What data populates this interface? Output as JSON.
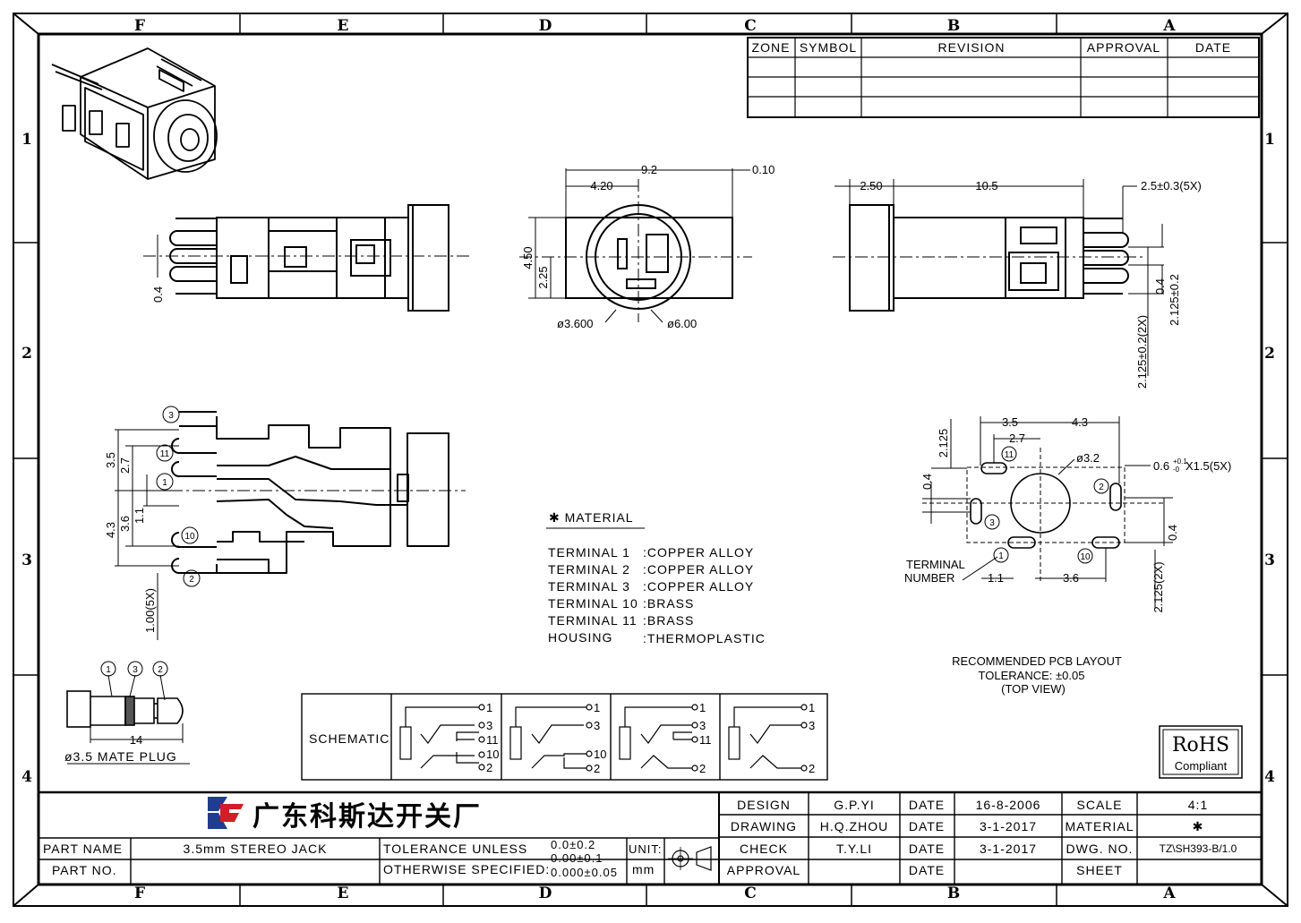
{
  "zones_columns": [
    "F",
    "E",
    "D",
    "C",
    "B",
    "A"
  ],
  "zones_rows": [
    "1",
    "2",
    "3",
    "4"
  ],
  "revision_table": {
    "headers": [
      "ZONE",
      "SYMBOL",
      "REVISION",
      "APPROVAL",
      "DATE"
    ]
  },
  "dimensions": {
    "front_total": "9.2",
    "front_half": "4.20",
    "front_offset": "0.10",
    "front_height": "4.50",
    "front_center": "2.25",
    "front_inner_dia": "ø3.600",
    "front_outer_dia": "ø6.00",
    "side_left_pin": "0.4",
    "right_head": "2.50",
    "right_body": "10.5",
    "right_pin": "2.5±0.3(5X)",
    "right_pin_width": "0.4",
    "right_pin_center": "2.125±0.2",
    "right_pin_center_2x": "2.125±0.2(2X)",
    "sec_a": "3.5",
    "sec_b": "2.7",
    "sec_c": "1.1",
    "sec_d": "3.6",
    "sec_e": "4.3",
    "sec_pin": "1.00(5X)",
    "pcb_35": "3.5",
    "pcb_43": "4.3",
    "pcb_27": "2.7",
    "pcb_2125": "2.125",
    "pcb_04": "0.4",
    "pcb_dia": "ø3.2",
    "pcb_slot": "0.6",
    "pcb_slot_tol_up": "+0.1",
    "pcb_slot_tol_dn": "-0",
    "pcb_slot_len": "X1.5(5X)",
    "pcb_04b": "0.4",
    "pcb_11": "1.1",
    "pcb_36": "3.6",
    "pcb_2125_2x": "2.125(2X)",
    "plug_len": "14"
  },
  "terminal_numbers": [
    "1",
    "2",
    "3",
    "10",
    "11"
  ],
  "plug_caption": "ø3.5 MATE PLUG",
  "terminal_label_1": "TERMINAL",
  "terminal_label_2": "NUMBER",
  "pcb_caption": {
    "line1": "RECOMMENDED PCB LAYOUT",
    "line2": "TOLERANCE: ±0.05",
    "line3": "(TOP VIEW)"
  },
  "material": {
    "heading": "✱ MATERIAL",
    "rows": [
      {
        "part": "TERMINAL 1",
        "value": ":COPPER ALLOY"
      },
      {
        "part": "TERMINAL 2",
        "value": ":COPPER ALLOY"
      },
      {
        "part": "TERMINAL 3",
        "value": ":COPPER ALLOY"
      },
      {
        "part": "TERMINAL 10",
        "value": ":BRASS"
      },
      {
        "part": "TERMINAL 11",
        "value": ":BRASS"
      },
      {
        "part": "HOUSING",
        "value": ":THERMOPLASTIC"
      }
    ]
  },
  "schematic": {
    "label": "SCHEMATIC",
    "pins_a": [
      "1",
      "3",
      "11",
      "10",
      "2"
    ],
    "pins_b": [
      "1",
      "3",
      "10",
      "2"
    ],
    "pins_c": [
      "1",
      "3",
      "11",
      "2"
    ],
    "pins_d": [
      "1",
      "3",
      "2"
    ]
  },
  "rohs": {
    "title": "RoHS",
    "subtitle": "Compliant"
  },
  "title_block": {
    "company": "广东科斯达开关厂",
    "part_name_label": "PART NAME",
    "part_name": "3.5mm STEREO JACK",
    "part_no_label": "PART NO.",
    "tol_line1": "TOLERANCE UNLESS",
    "tol_line2": "OTHERWISE SPECIFIED:",
    "tol_v1": "0.0±0.2",
    "tol_v2": "0.00±0.1",
    "tol_v3": "0.000±0.05",
    "unit_label": "UNIT:",
    "unit_value": "mm",
    "design_label": "DESIGN",
    "design_name": "G.P.YI",
    "drawing_label": "DRAWING",
    "drawing_name": "H.Q.ZHOU",
    "check_label": "CHECK",
    "check_name": "T.Y.LI",
    "approval_label": "APPROVAL",
    "date_label": "DATE",
    "date1": "16-8-2006",
    "date2": "3-1-2017",
    "date3": "3-1-2017",
    "scale_label": "SCALE",
    "scale_value": "4:1",
    "material_label": "MATERIAL",
    "material_value": "✱",
    "dwg_label": "DWG. NO.",
    "dwg_value": "TZ\\SH393-B/1.0",
    "sheet_label": "SHEET"
  }
}
